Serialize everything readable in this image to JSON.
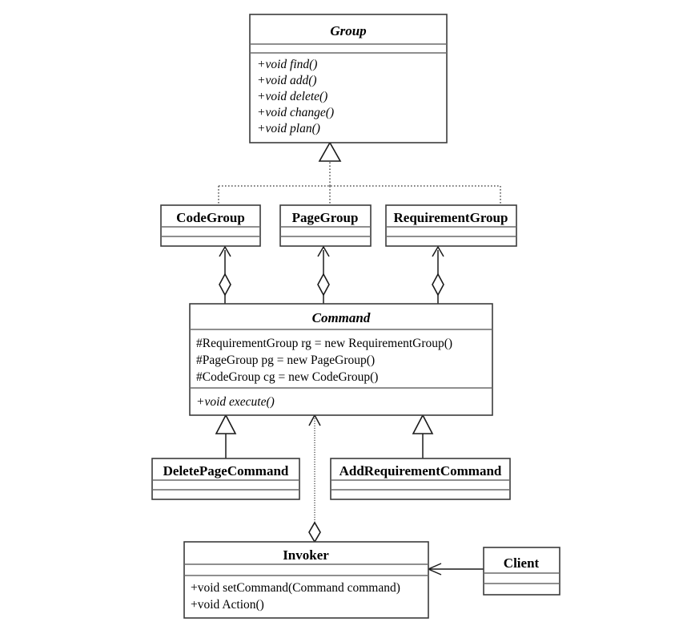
{
  "diagram": {
    "kind": "uml-class-diagram",
    "title": "Command Pattern Class Diagram",
    "background": "#ffffff",
    "line_color": "#1a1a1a",
    "box_stroke": "#3b3b3b"
  },
  "classes": [
    {
      "id": "group",
      "name": "Group",
      "abstract": true,
      "attributes": [],
      "methods": [
        "+void find()",
        "+void add()",
        "+void delete()",
        "+void change()",
        "+void plan()"
      ],
      "methods_abstract": true
    },
    {
      "id": "code-group",
      "name": "CodeGroup",
      "abstract": false,
      "attributes": [],
      "methods": []
    },
    {
      "id": "page-group",
      "name": "PageGroup",
      "abstract": false,
      "attributes": [],
      "methods": []
    },
    {
      "id": "requirement-group",
      "name": "RequirementGroup",
      "abstract": false,
      "attributes": [],
      "methods": []
    },
    {
      "id": "command",
      "name": "Command",
      "abstract": true,
      "attributes": [
        "#RequirementGroup rg = new RequirementGroup()",
        "#PageGroup pg = new PageGroup()",
        "#CodeGroup cg = new CodeGroup()"
      ],
      "methods": [
        "+void execute()"
      ],
      "methods_abstract": true
    },
    {
      "id": "delete-page-command",
      "name": "DeletePageCommand",
      "abstract": false,
      "attributes": [],
      "methods": []
    },
    {
      "id": "add-requirement-command",
      "name": "AddRequirementCommand",
      "abstract": false,
      "attributes": [],
      "methods": []
    },
    {
      "id": "invoker",
      "name": "Invoker",
      "abstract": false,
      "attributes": [],
      "methods": [
        "+void setCommand(Command command)",
        "+void Action()"
      ],
      "methods_abstract": false
    },
    {
      "id": "client",
      "name": "Client",
      "abstract": false,
      "attributes": [],
      "methods": []
    }
  ],
  "relationships": [
    {
      "id": "rel-codegroup-group",
      "type": "realization",
      "from": "code-group",
      "to": "group",
      "line": "dotted",
      "head": "hollow-triangle"
    },
    {
      "id": "rel-pagegroup-group",
      "type": "realization",
      "from": "page-group",
      "to": "group",
      "line": "dotted",
      "head": "hollow-triangle"
    },
    {
      "id": "rel-requirementgroup-group",
      "type": "realization",
      "from": "requirement-group",
      "to": "group",
      "line": "dotted",
      "head": "hollow-triangle"
    },
    {
      "id": "rel-command-codegroup",
      "type": "aggregation",
      "from": "command",
      "to": "code-group",
      "line": "solid",
      "head": "open-arrow",
      "tail": "hollow-diamond"
    },
    {
      "id": "rel-command-pagegroup",
      "type": "aggregation",
      "from": "command",
      "to": "page-group",
      "line": "solid",
      "head": "open-arrow",
      "tail": "hollow-diamond"
    },
    {
      "id": "rel-command-requirementgroup",
      "type": "aggregation",
      "from": "command",
      "to": "requirement-group",
      "line": "solid",
      "head": "open-arrow",
      "tail": "hollow-diamond"
    },
    {
      "id": "rel-deletepage-command",
      "type": "generalization",
      "from": "delete-page-command",
      "to": "command",
      "line": "solid",
      "head": "hollow-triangle"
    },
    {
      "id": "rel-addrequirement-command",
      "type": "generalization",
      "from": "add-requirement-command",
      "to": "command",
      "line": "solid",
      "head": "hollow-triangle"
    },
    {
      "id": "rel-invoker-command",
      "type": "aggregation",
      "from": "invoker",
      "to": "command",
      "line": "dotted",
      "head": "open-arrow",
      "tail": "hollow-diamond"
    },
    {
      "id": "rel-client-invoker",
      "type": "association",
      "from": "client",
      "to": "invoker",
      "line": "solid",
      "head": "open-arrow"
    }
  ]
}
